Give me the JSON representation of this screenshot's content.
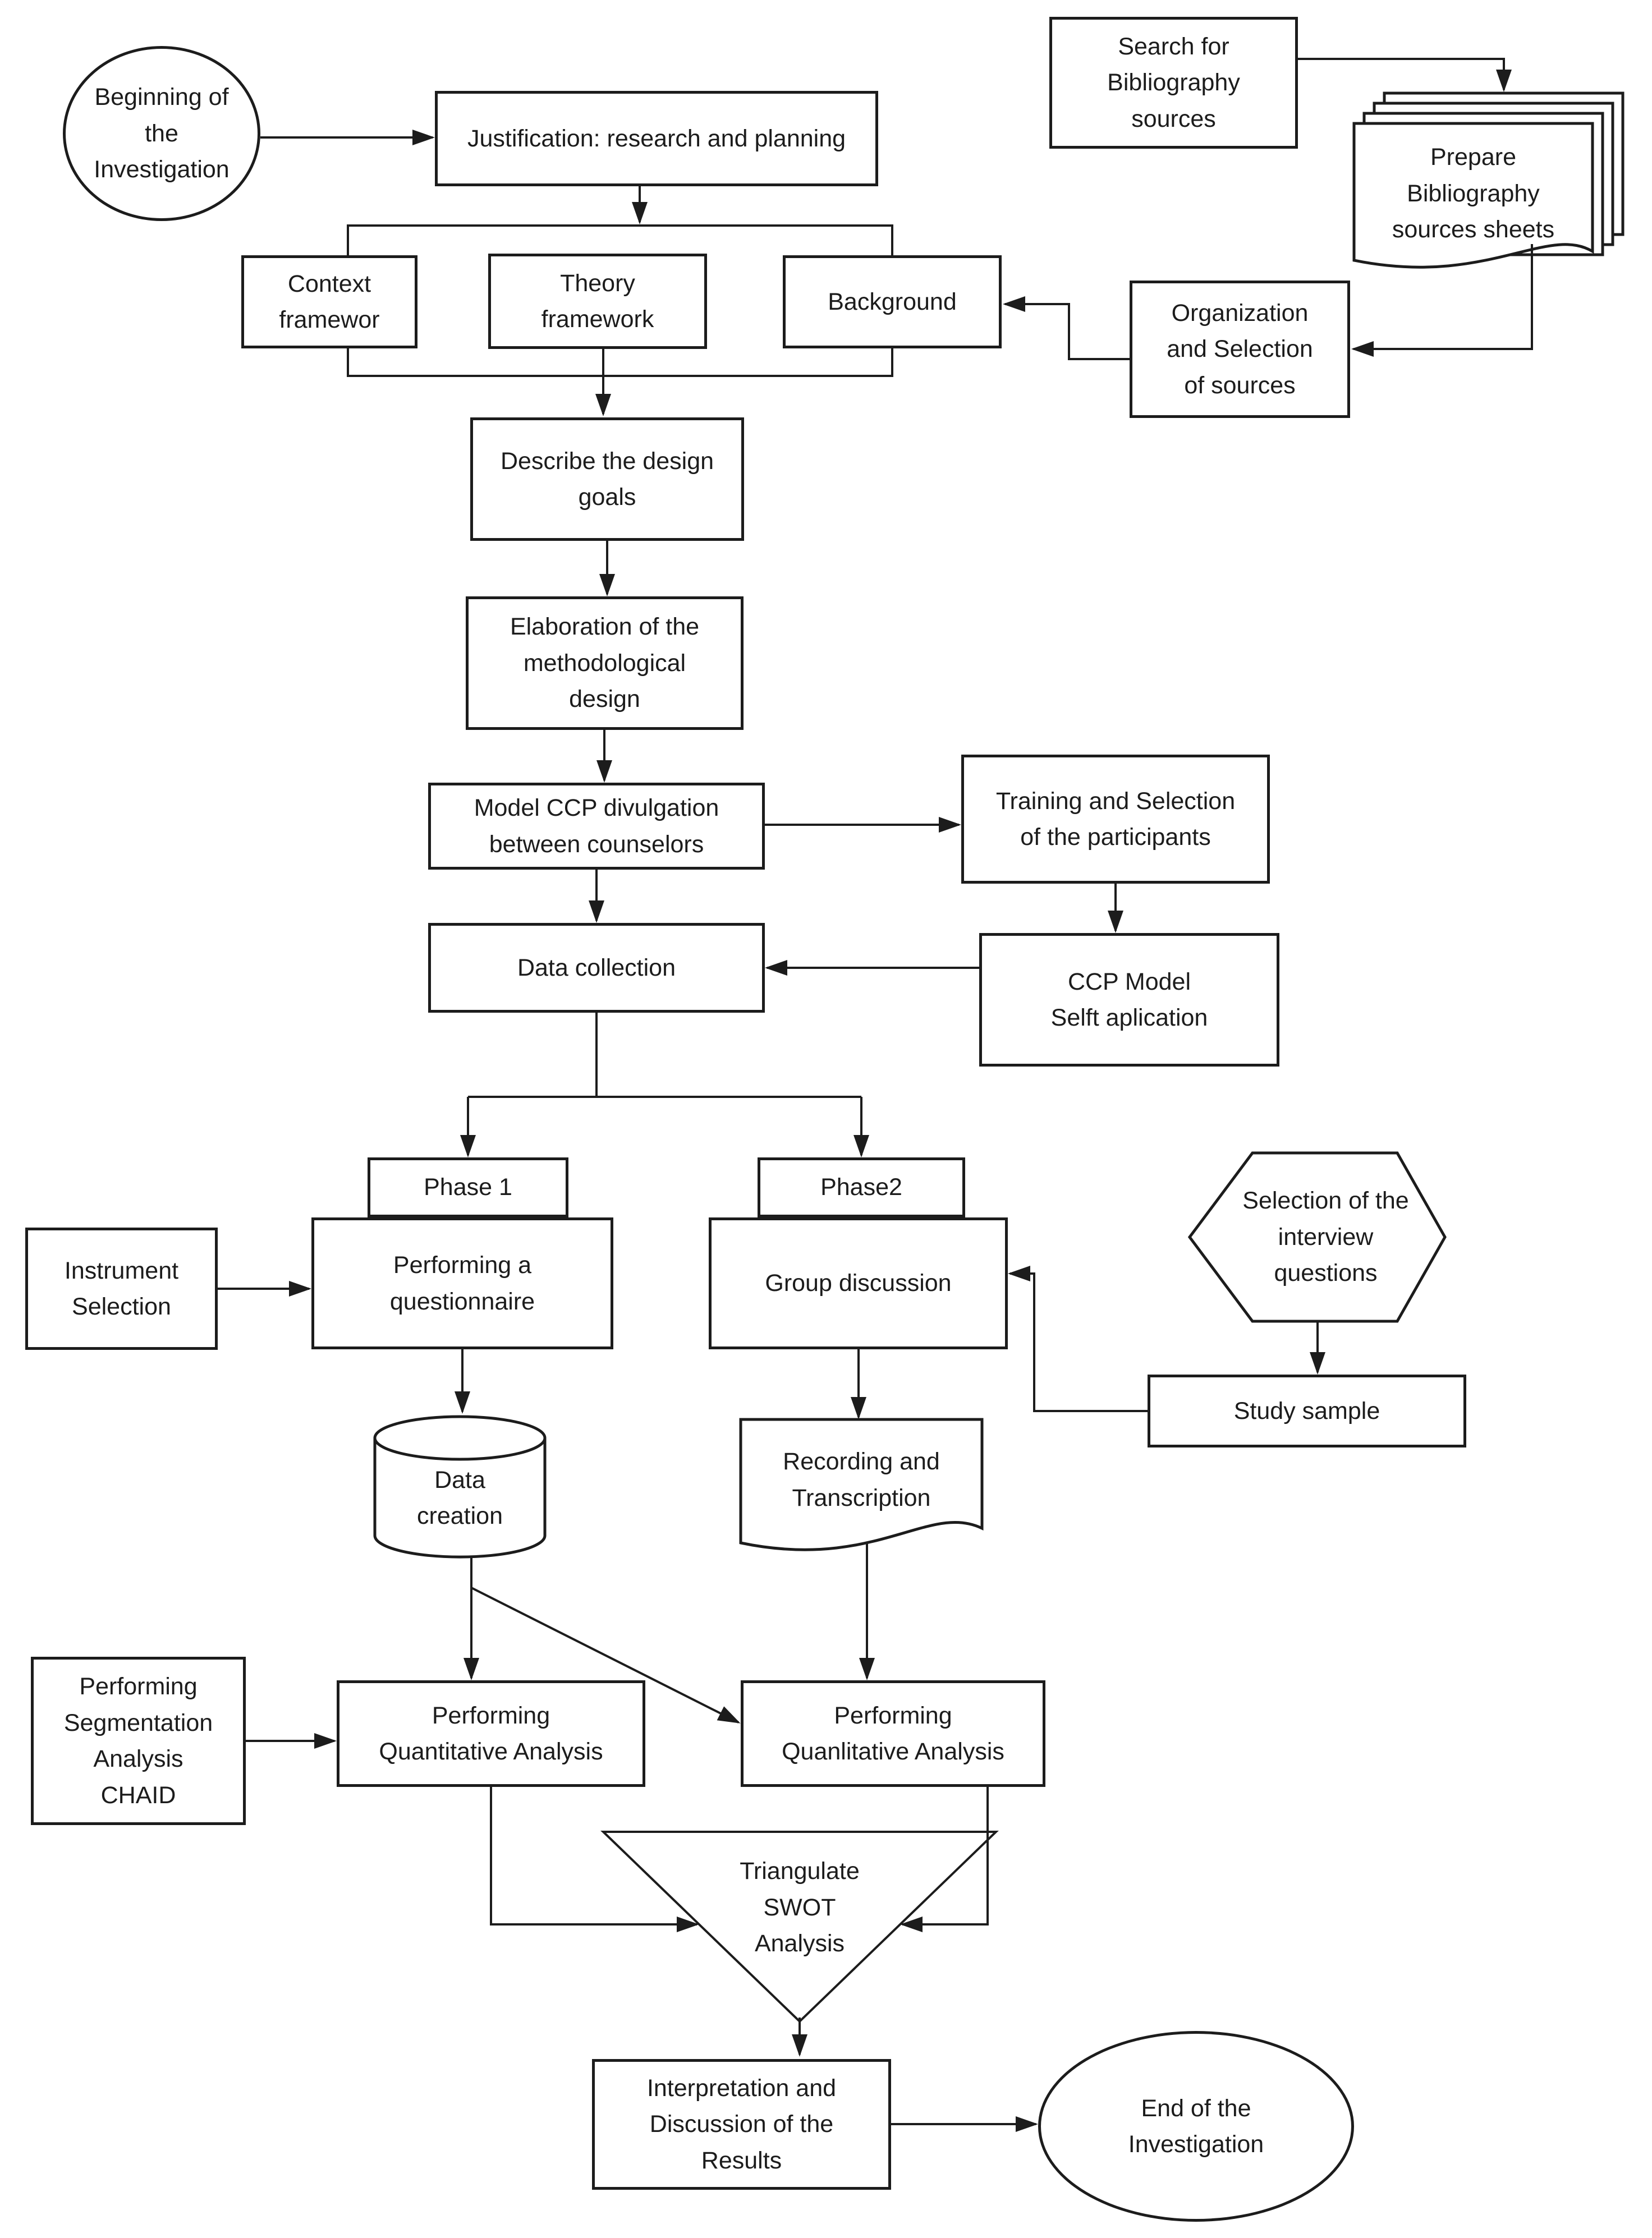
{
  "flowchart": {
    "colors": {
      "ink": "#1c1c1c",
      "background": "#ffffff"
    },
    "nodes": {
      "begin": {
        "shape": "ellipse",
        "label": "Beginning of\nthe\nInvestigation"
      },
      "justification": {
        "shape": "rectangle",
        "label": "Justification: research and planning"
      },
      "context": {
        "shape": "rectangle",
        "label": "Context\nframewor"
      },
      "theory": {
        "shape": "rectangle",
        "label": "Theory\nframework"
      },
      "background": {
        "shape": "rectangle",
        "label": "Background"
      },
      "search_sources": {
        "shape": "rectangle",
        "label": "Search for\nBibliography\nsources"
      },
      "prepare_sheets": {
        "shape": "document-stack",
        "label": "Prepare\nBibliography\nsources sheets"
      },
      "organization": {
        "shape": "rectangle",
        "label": "Organization\nand Selection\nof sources"
      },
      "describe_goals": {
        "shape": "rectangle",
        "label": "Describe the design\ngoals"
      },
      "elaboration": {
        "shape": "rectangle",
        "label": "Elaboration of the\nmethodological\ndesign"
      },
      "model_ccp": {
        "shape": "rectangle",
        "label": "Model CCP divulgation\nbetween counselors"
      },
      "training": {
        "shape": "rectangle",
        "label": "Training and Selection\nof the participants"
      },
      "data_collection": {
        "shape": "rectangle",
        "label": "Data collection"
      },
      "ccp_self_application": {
        "shape": "rectangle",
        "label": "CCP Model\nSelft aplication"
      },
      "phase1": {
        "shape": "rectangle",
        "label": "Phase 1"
      },
      "questionnaire": {
        "shape": "rectangle",
        "label": "Performing a\nquestionnaire"
      },
      "phase2": {
        "shape": "rectangle",
        "label": "Phase2"
      },
      "group_discussion": {
        "shape": "rectangle",
        "label": "Group discussion"
      },
      "instrument": {
        "shape": "rectangle",
        "label": "Instrument\nSelection"
      },
      "interview_questions": {
        "shape": "hexagon",
        "label": "Selection of the\ninterview\nquestions"
      },
      "study_sample": {
        "shape": "rectangle",
        "label": "Study sample"
      },
      "data_creation": {
        "shape": "cylinder",
        "label": "Data\ncreation"
      },
      "recording": {
        "shape": "document",
        "label": "Recording and\nTranscription"
      },
      "chaid": {
        "shape": "rectangle",
        "label": "Performing\nSegmentation\nAnalysis\nCHAID"
      },
      "quantitative": {
        "shape": "rectangle",
        "label": "Performing\nQuantitative Analysis"
      },
      "qualitative": {
        "shape": "rectangle",
        "label": "Performing\nQuanlitative Analysis"
      },
      "swot": {
        "shape": "inverted-triangle",
        "label": "Triangulate\nSWOT\nAnalysis"
      },
      "interpretation": {
        "shape": "rectangle",
        "label": "Interpretation and\nDiscussion of the\nResults"
      },
      "end": {
        "shape": "ellipse",
        "label": "End of the\nInvestigation"
      }
    }
  }
}
